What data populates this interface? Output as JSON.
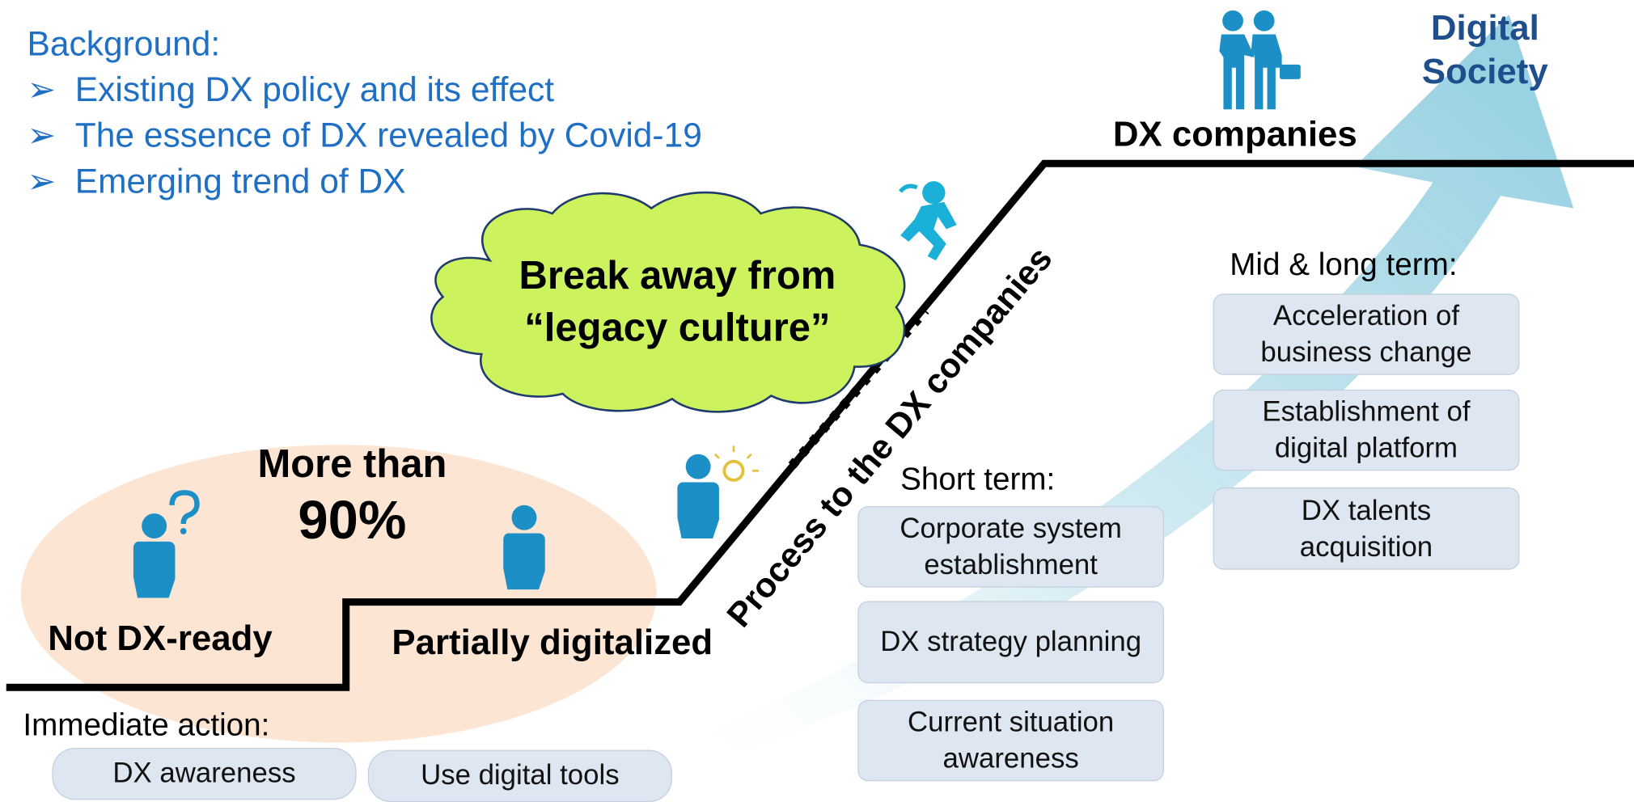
{
  "background": {
    "title": "Background:",
    "bullets": [
      "Existing DX policy and its effect",
      "The essence of DX revealed by Covid-19",
      "Emerging trend of DX"
    ]
  },
  "cloud": {
    "line1": "Break away from",
    "line2": "“legacy culture”"
  },
  "stages": {
    "not_ready": "Not DX-ready",
    "partial": "Partially digitalized",
    "companies": "DX companies",
    "society_line1": "Digital",
    "society_line2": "Society"
  },
  "share": {
    "line1": "More than",
    "line2": "90%"
  },
  "process_label": "Process to the DX companies",
  "immediate": {
    "title": "Immediate action:",
    "items": [
      "DX awareness",
      "Use digital tools"
    ]
  },
  "short_term": {
    "title": "Short term:",
    "items": [
      {
        "line1": "Corporate system",
        "line2": "establishment"
      },
      {
        "line1": "DX strategy planning",
        "line2": ""
      },
      {
        "line1": "Current situation",
        "line2": "awareness"
      }
    ]
  },
  "mid_long": {
    "title": "Mid & long term:",
    "items": [
      {
        "line1": "Acceleration of",
        "line2": "business change"
      },
      {
        "line1": "Establishment of",
        "line2": "digital platform"
      },
      {
        "line1": "DX talents",
        "line2": "acquisition"
      }
    ]
  },
  "colors": {
    "accent_blue": "#1f6fc5",
    "people_blue": "#1b8fc6",
    "cloud_fill": "#ccf25e",
    "ellipse_fill": "#fde5d3",
    "box_fill": "#dde6f1",
    "arrow_fill": "#a9d8e6"
  },
  "icons": [
    "question-person-icon",
    "thinking-person-icon",
    "idea-person-icon",
    "running-person-icon",
    "handshake-icon"
  ]
}
